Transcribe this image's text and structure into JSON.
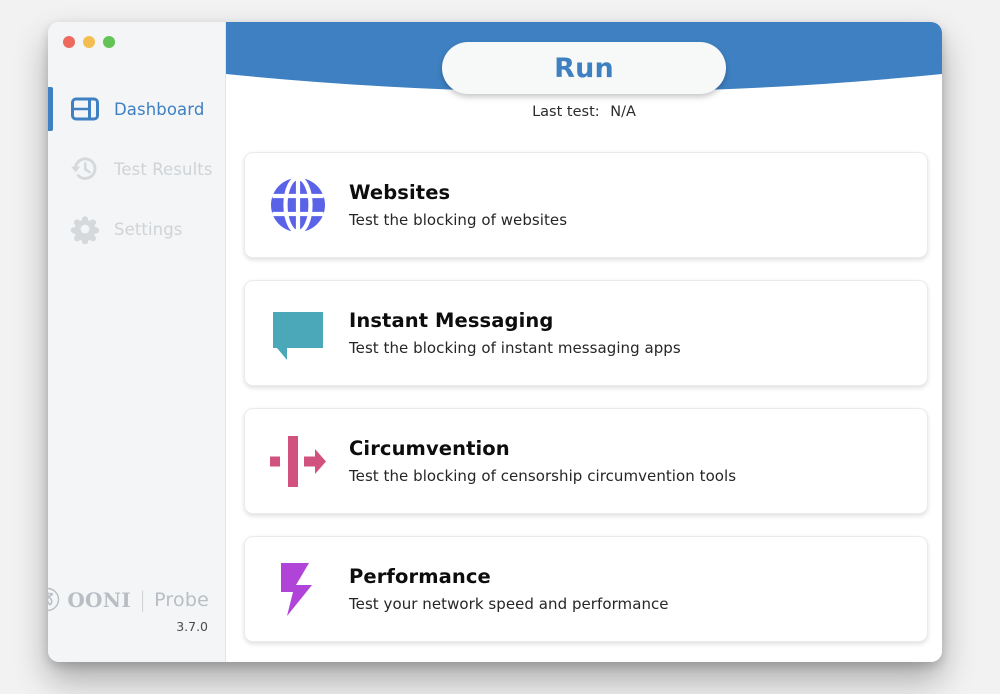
{
  "window": {
    "traffic_lights": [
      {
        "name": "close",
        "color": "#ec6a5e"
      },
      {
        "name": "minimize",
        "color": "#f4bd4f"
      },
      {
        "name": "zoom",
        "color": "#61c454"
      }
    ]
  },
  "sidebar": {
    "items": [
      {
        "label": "Dashboard",
        "icon": "dashboard-icon",
        "active": true
      },
      {
        "label": "Test Results",
        "icon": "history-clock-icon",
        "active": false
      },
      {
        "label": "Settings",
        "icon": "gear-icon",
        "active": false
      }
    ],
    "brand": {
      "mark_icon": "ooni-octopus-logo",
      "name": "OONI",
      "separator": "|",
      "product": "Probe",
      "version": "3.7.0"
    }
  },
  "header": {
    "band_color": "#3e80c1",
    "run_label": "Run",
    "last_test_label": "Last test:",
    "last_test_value": "N/A"
  },
  "cards": [
    {
      "title": "Websites",
      "description": "Test the blocking of websites",
      "icon": "globe-icon",
      "color": "#5a63e8"
    },
    {
      "title": "Instant Messaging",
      "description": "Test the blocking of instant messaging apps",
      "icon": "speech-bubble-icon",
      "color": "#4aa8b8"
    },
    {
      "title": "Circumvention",
      "description": "Test the blocking of censorship circumvention tools",
      "icon": "circumvention-arrow-icon",
      "color": "#d2527f"
    },
    {
      "title": "Performance",
      "description": "Test your network speed and performance",
      "icon": "lightning-bolt-icon",
      "color": "#b144d8"
    }
  ]
}
